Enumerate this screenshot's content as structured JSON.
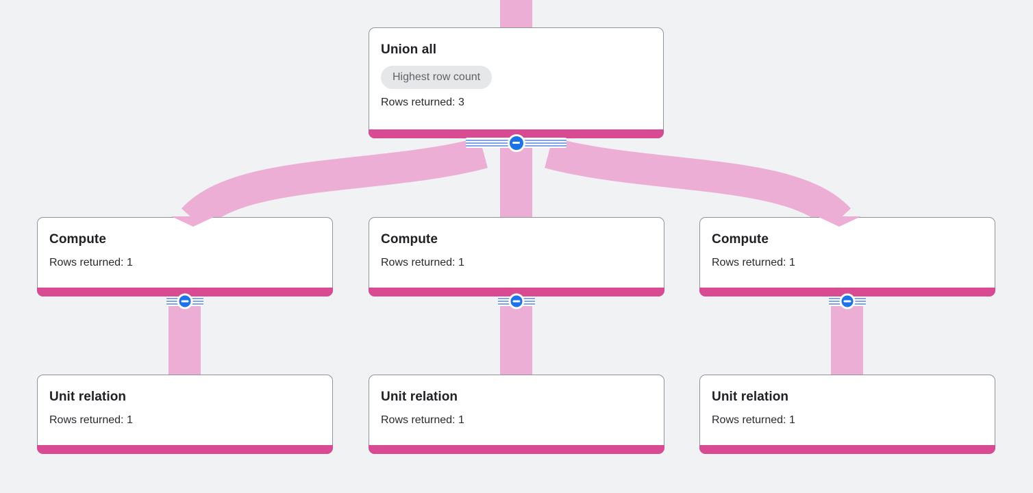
{
  "colors": {
    "background": "#f1f2f4",
    "edge_pink": "#ecaed5",
    "accent_bar_pink": "#d84a92",
    "collapse_blue": "#1a73e8",
    "stripe_blue": "#7fa3ea",
    "badge_bg": "#e6e7e9",
    "badge_text": "#5f6368"
  },
  "nodes": [
    {
      "id": "union-all",
      "title": "Union all",
      "badge": "Highest row count",
      "rows": "Rows returned: 3"
    },
    {
      "id": "compute-left",
      "title": "Compute",
      "rows": "Rows returned: 1"
    },
    {
      "id": "compute-middle",
      "title": "Compute",
      "rows": "Rows returned: 1"
    },
    {
      "id": "compute-right",
      "title": "Compute",
      "rows": "Rows returned: 1"
    },
    {
      "id": "unit-relation-left",
      "title": "Unit relation",
      "rows": "Rows returned: 1"
    },
    {
      "id": "unit-relation-middle",
      "title": "Unit relation",
      "rows": "Rows returned: 1"
    },
    {
      "id": "unit-relation-right",
      "title": "Unit relation",
      "rows": "Rows returned: 1"
    }
  ],
  "edges": [
    {
      "from": "offscreen-top",
      "to": "union-all"
    },
    {
      "from": "union-all",
      "to": "compute-left"
    },
    {
      "from": "union-all",
      "to": "compute-middle"
    },
    {
      "from": "union-all",
      "to": "compute-right"
    },
    {
      "from": "compute-left",
      "to": "unit-relation-left"
    },
    {
      "from": "compute-middle",
      "to": "unit-relation-middle"
    },
    {
      "from": "compute-right",
      "to": "unit-relation-right"
    }
  ],
  "collapse_buttons": {
    "icon": "minus",
    "count": 4
  }
}
